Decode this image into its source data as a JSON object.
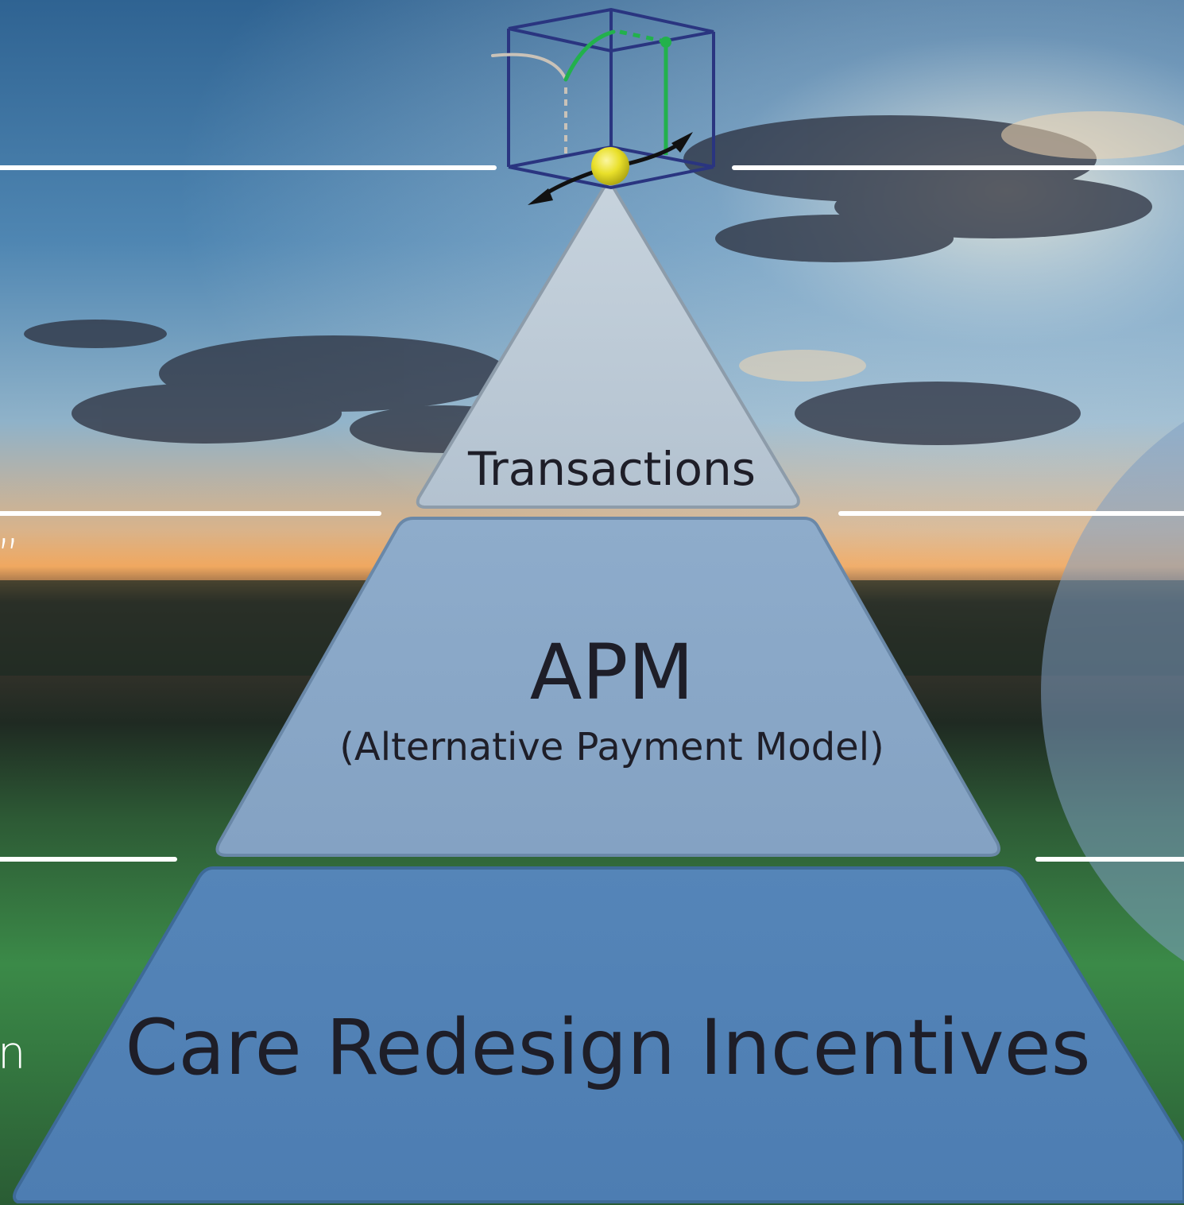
{
  "edge_fragments": {
    "quote": "”",
    "letter": "n"
  },
  "pyramid": {
    "top": {
      "label": "Transactions"
    },
    "middle": {
      "title": "APM",
      "subtitle": "(Alternative Payment Model)"
    },
    "bottom": {
      "label": "Care Redesign Incentives"
    }
  },
  "colors": {
    "sky_top": "#3e6f9c",
    "sky_glow": "#e6a35c",
    "field": "#3f8a4c",
    "tier_top": "#bdcad6",
    "tier_middle": "#8aa8c8",
    "tier_bottom": "#5282b6",
    "cube_edges": "#2a3580",
    "path_green": "#22b14c",
    "ball_yellow": "#e8e02a"
  }
}
